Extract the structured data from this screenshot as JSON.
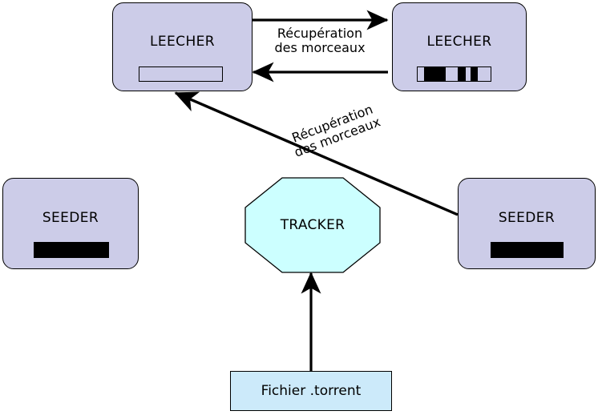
{
  "diagram": {
    "title": "BitTorrent swarm diagram",
    "colors": {
      "peer_fill": "#CCCCE8",
      "tracker_fill": "#CCFFFF",
      "file_fill": "#CCEAFA",
      "stroke": "#000000",
      "bar_filled": "#000000"
    }
  },
  "nodes": {
    "leecher_left": {
      "label": "LEECHER",
      "progress_segments": [
        {
          "state": "empty",
          "width": 100
        }
      ]
    },
    "leecher_right": {
      "label": "LEECHER",
      "progress_segments": [
        {
          "state": "empty",
          "width": 9
        },
        {
          "state": "filled",
          "width": 30
        },
        {
          "state": "empty",
          "width": 16
        },
        {
          "state": "filled",
          "width": 11
        },
        {
          "state": "empty",
          "width": 7
        },
        {
          "state": "filled",
          "width": 10
        },
        {
          "state": "empty",
          "width": 17
        }
      ]
    },
    "seeder_left": {
      "label": "SEEDER",
      "progress_segments": [
        {
          "state": "filled",
          "width": 100
        }
      ]
    },
    "seeder_right": {
      "label": "SEEDER",
      "progress_segments": [
        {
          "state": "filled",
          "width": 100
        }
      ]
    },
    "tracker": {
      "label": "TRACKER"
    },
    "torrent_file": {
      "label": "Fichier .torrent"
    }
  },
  "edges": {
    "leecher_to_leecher_top": {
      "label_line1": "Récupération",
      "label_line2": "des morceaux",
      "direction": "right"
    },
    "leecher_to_leecher_bottom": {
      "direction": "left"
    },
    "seeder_to_leecher_diagonal": {
      "label_line1": "Récupération",
      "label_line2": "des morceaux",
      "direction": "up-left"
    },
    "file_to_tracker": {
      "direction": "up"
    }
  }
}
